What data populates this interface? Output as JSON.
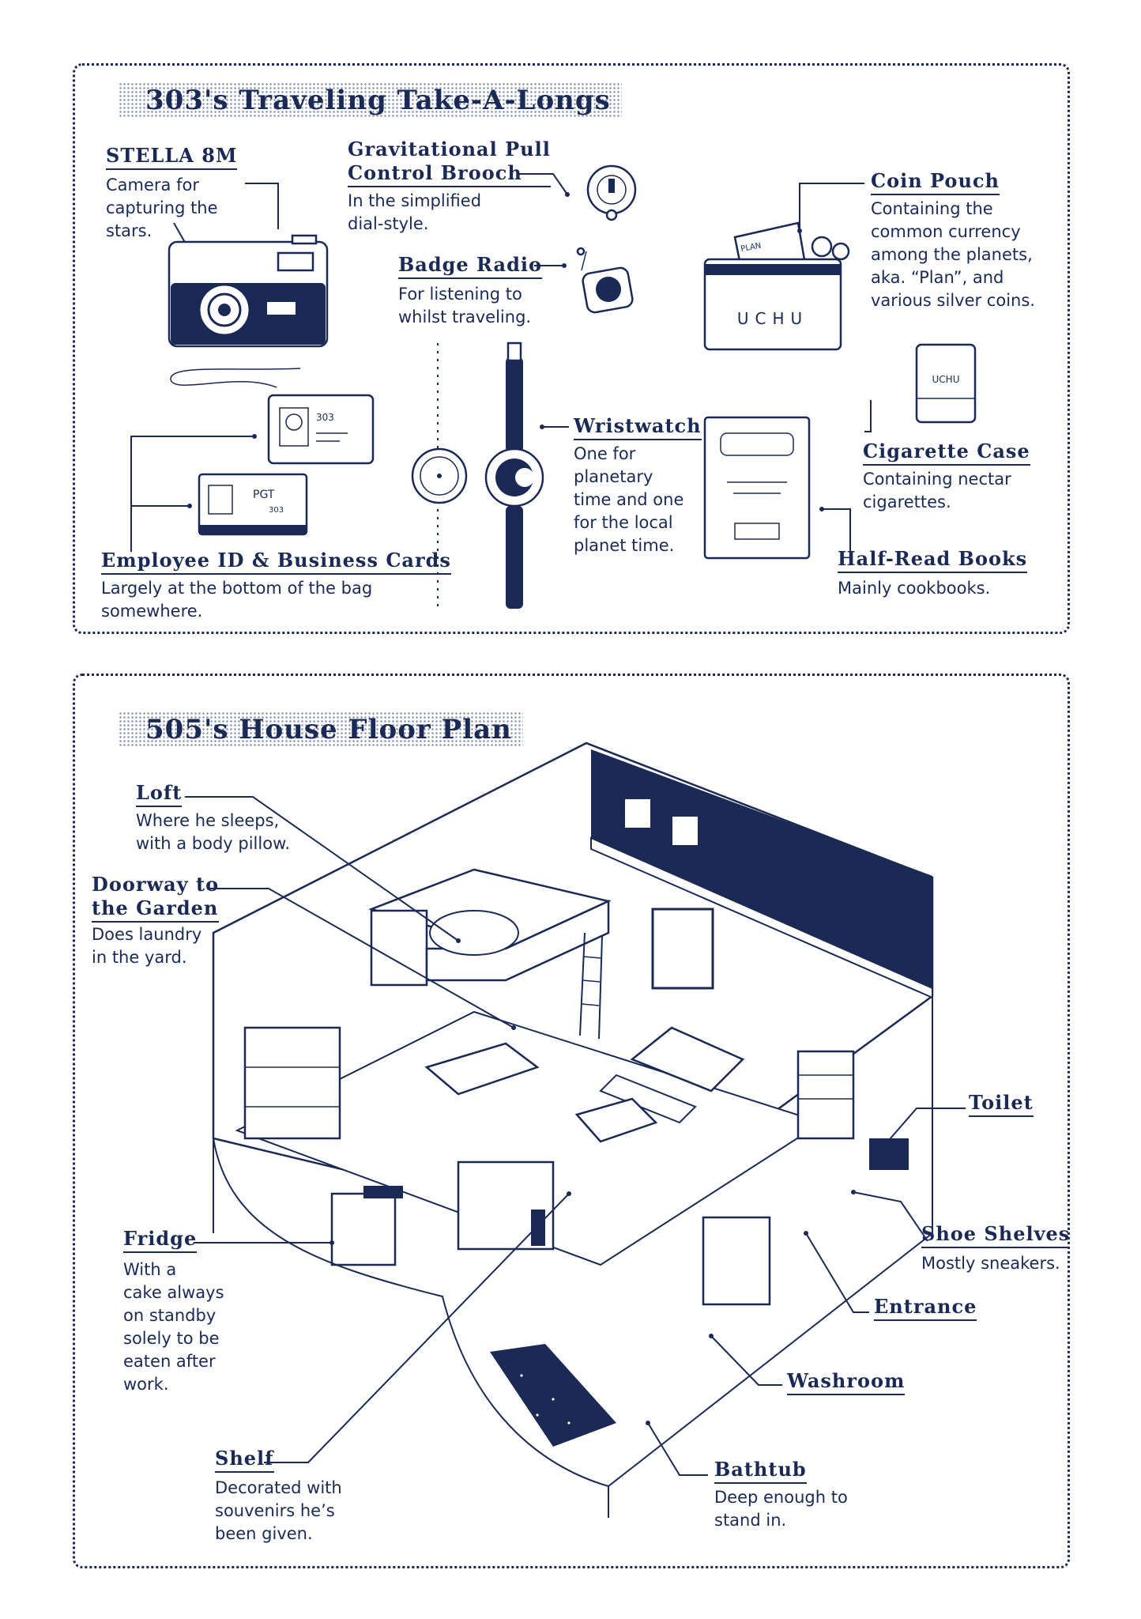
{
  "top_panel": {
    "title": "303's Traveling Take-A-Longs",
    "items": [
      {
        "label": "STELLA 8M",
        "desc": "Camera for\ncapturing the\nstars."
      },
      {
        "label": "Gravitational Pull\nControl Brooch",
        "desc": "In the simplified\ndial-style."
      },
      {
        "label": "Badge Radio",
        "desc": "For listening to\nwhilst traveling."
      },
      {
        "label": "Coin Pouch",
        "desc": "Containing the\ncommon currency\namong the planets,\naka. “Plan”, and\nvarious silver coins."
      },
      {
        "label": "Wristwatch",
        "desc": "One for\nplanetary\ntime and one\nfor the local\nplanet time."
      },
      {
        "label": "Cigarette Case",
        "desc": "Containing nectar\ncigarettes."
      },
      {
        "label": "Employee ID & Business Cards",
        "desc": "Largely at the bottom of the bag\nsomewhere."
      },
      {
        "label": "Half-Read Books",
        "desc": "Mainly cookbooks."
      }
    ],
    "art_text": {
      "pouch_brand": "UCHU",
      "case_brand": "UCHU",
      "id_number": "303",
      "card_company": "PGT",
      "card_number": "303",
      "bill_text": "PLAN"
    }
  },
  "bottom_panel": {
    "title": "505's House Floor Plan",
    "items": [
      {
        "label": "Loft",
        "desc": "Where he sleeps,\nwith a body pillow."
      },
      {
        "label": "Doorway to\nthe Garden",
        "desc": "Does laundry\nin the yard."
      },
      {
        "label": "Fridge",
        "desc": "With a\ncake always\non standby\nsolely to be\neaten after\nwork."
      },
      {
        "label": "Shelf",
        "desc": "Decorated with\nsouvenirs he’s\nbeen given."
      },
      {
        "label": "Toilet",
        "desc": ""
      },
      {
        "label": "Shoe Shelves",
        "desc": "Mostly sneakers."
      },
      {
        "label": "Entrance",
        "desc": ""
      },
      {
        "label": "Washroom",
        "desc": ""
      },
      {
        "label": "Bathtub",
        "desc": "Deep enough to\nstand in."
      }
    ]
  },
  "colors": {
    "ink": "#1b2a55",
    "paper": "#ffffff"
  }
}
